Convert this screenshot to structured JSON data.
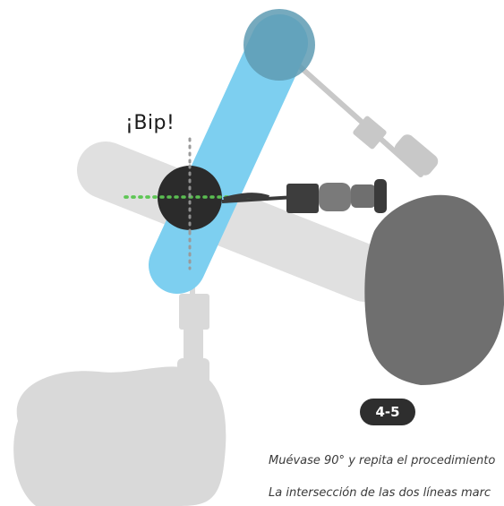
{
  "figure": {
    "beep_label": "¡Bip!",
    "step_badge": "4-5",
    "captions": [
      "Muévase 90° y repita el procedimiento",
      "La intersección de las dos líneas marc"
    ]
  },
  "colors": {
    "sweep_current": "#7dcff0",
    "sweep_previous": "#e0e0e0",
    "operator_current": "#6f6f6f",
    "operator_previous": "#d9d9d9",
    "target": "#2b2b2b",
    "pinpoint_line_current": "#5dc654",
    "pinpoint_line_previous": "#9a9a9a",
    "badge": "#2e2e2e"
  }
}
